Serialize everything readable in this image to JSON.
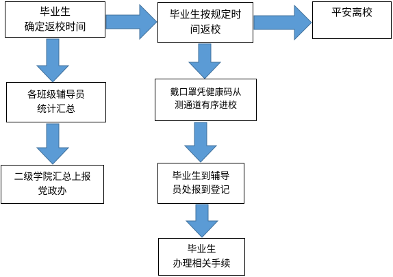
{
  "colors": {
    "arrow_fill": "#5b9bd5",
    "arrow_stroke": "#41719c",
    "box_border": "#000000"
  },
  "boxes": {
    "graduate_confirm": {
      "line1": "毕业生",
      "line2": "确定返校时间"
    },
    "graduate_return": {
      "line1": "毕业生按规定时",
      "line2": "间返校"
    },
    "safe_leave": {
      "line1": "平安离校"
    },
    "counselor_stats": {
      "line1": "各班级辅导员",
      "line2": "统计汇总"
    },
    "mask_code": {
      "line1": "戴口罩凭健康码从",
      "line2": "测通道有序进校"
    },
    "college_report": {
      "line1": "二级学院汇总上报",
      "line2": "党政办"
    },
    "report_register": {
      "line1": "毕业生到辅导",
      "line2": "员处报到登记"
    },
    "formalities": {
      "line1": "毕业生",
      "line2": "办理相关手续"
    }
  }
}
